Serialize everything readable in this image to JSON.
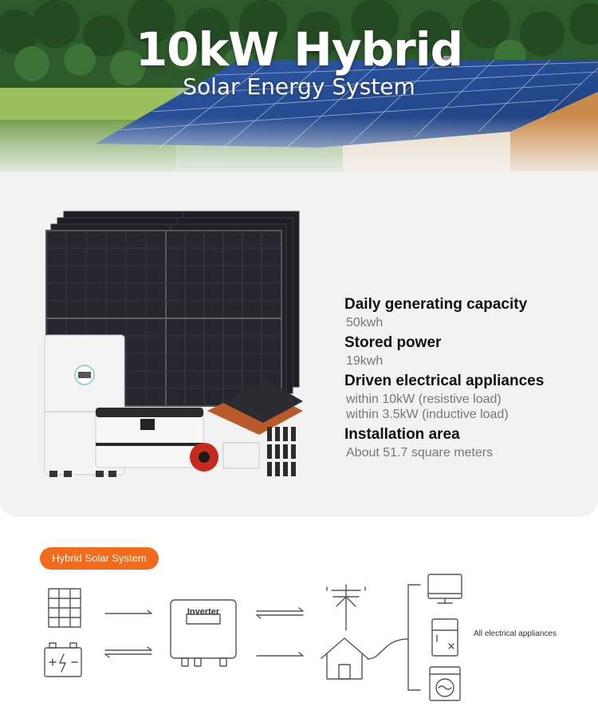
{
  "hero": {
    "title": "10kW Hybrid",
    "subtitle": "Solar Energy System"
  },
  "specs": [
    {
      "heading": "Daily generating capacity",
      "values": [
        "50kwh"
      ]
    },
    {
      "heading": "Stored power",
      "values": [
        "19kwh"
      ]
    },
    {
      "heading": "Driven electrical appliances",
      "values": [
        "within 10kW (resistive load)",
        "within 3.5kW (inductive load)"
      ]
    },
    {
      "heading": "Installation area",
      "values": [
        "About 51.7 square meters"
      ]
    }
  ],
  "diagram": {
    "badge": "Hybrid Solar System",
    "inverter_label": "Inverter",
    "appliances_label": "All electrical appliances",
    "icons": [
      "solar-panel-icon",
      "battery-icon",
      "inverter-icon",
      "power-pole-icon",
      "house-icon",
      "monitor-icon",
      "refrigerator-icon",
      "washing-machine-icon"
    ]
  },
  "colors": {
    "accent": "#f26a1b",
    "card_bg": "#f2f2f2",
    "line": "#555555"
  }
}
